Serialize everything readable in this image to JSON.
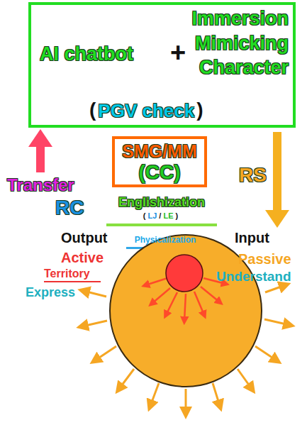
{
  "diagram": {
    "nodes": [
      {
        "text": [
          "AI chatbot",
          "+",
          "Immersion Mimicking Character",
          "(",
          "PGV check",
          ")"
        ]
      },
      {
        "text": [
          "SMG/MM",
          "(CC)"
        ]
      }
    ],
    "labels": [
      "Transfer",
      "RC",
      "RS",
      "Englishization",
      "(",
      "LJ",
      "/",
      "LE",
      ")",
      "Output",
      "Input",
      "Physicalization",
      "Active",
      "Passive",
      "Territory",
      "Understand",
      "Express"
    ]
  }
}
